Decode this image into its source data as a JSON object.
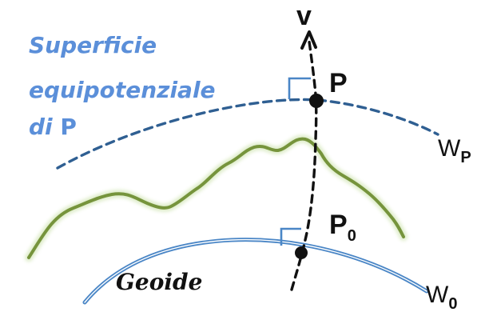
{
  "title": {
    "line1": "Superficie",
    "line2": "equipotenziale",
    "line3_prefix": "di ",
    "line3_symbol": "P"
  },
  "labels": {
    "vertical_axis": "v",
    "point_top": "P",
    "point_bottom_base": "P",
    "point_bottom_sub": "0",
    "surface_top_base": "W",
    "surface_top_sub": "P",
    "surface_bottom_base": "W",
    "surface_bottom_sub": "0",
    "geoid": "Geoide"
  },
  "colors": {
    "title": "#5b8fd9",
    "equipotential": "#2f5f92",
    "terrain": "#76943c",
    "geoid": "#4a86c6",
    "text": "#111111",
    "right_angle": "#4a86c6"
  }
}
